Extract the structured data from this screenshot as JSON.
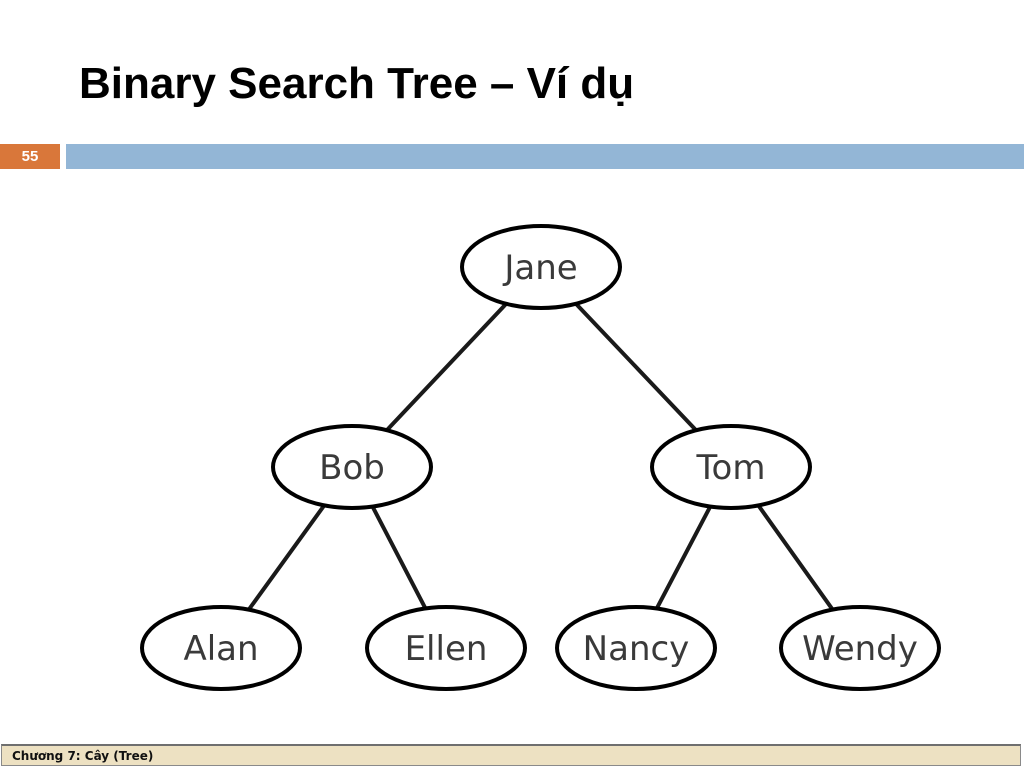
{
  "slide": {
    "title": "Binary Search Tree – Ví dụ",
    "page_number": "55",
    "footer": "Chương 7: Cây (Tree)"
  },
  "colors": {
    "page_number_bg": "#d9773a",
    "header_bar": "#93b6d6",
    "footer_bg": "#ede1c2"
  },
  "tree": {
    "nodes": [
      {
        "id": "jane",
        "label": "Jane"
      },
      {
        "id": "bob",
        "label": "Bob"
      },
      {
        "id": "tom",
        "label": "Tom"
      },
      {
        "id": "alan",
        "label": "Alan"
      },
      {
        "id": "ellen",
        "label": "Ellen"
      },
      {
        "id": "nancy",
        "label": "Nancy"
      },
      {
        "id": "wendy",
        "label": "Wendy"
      }
    ],
    "edges": [
      {
        "from": "jane",
        "to": "bob"
      },
      {
        "from": "jane",
        "to": "tom"
      },
      {
        "from": "bob",
        "to": "alan"
      },
      {
        "from": "bob",
        "to": "ellen"
      },
      {
        "from": "tom",
        "to": "nancy"
      },
      {
        "from": "tom",
        "to": "wendy"
      }
    ]
  }
}
